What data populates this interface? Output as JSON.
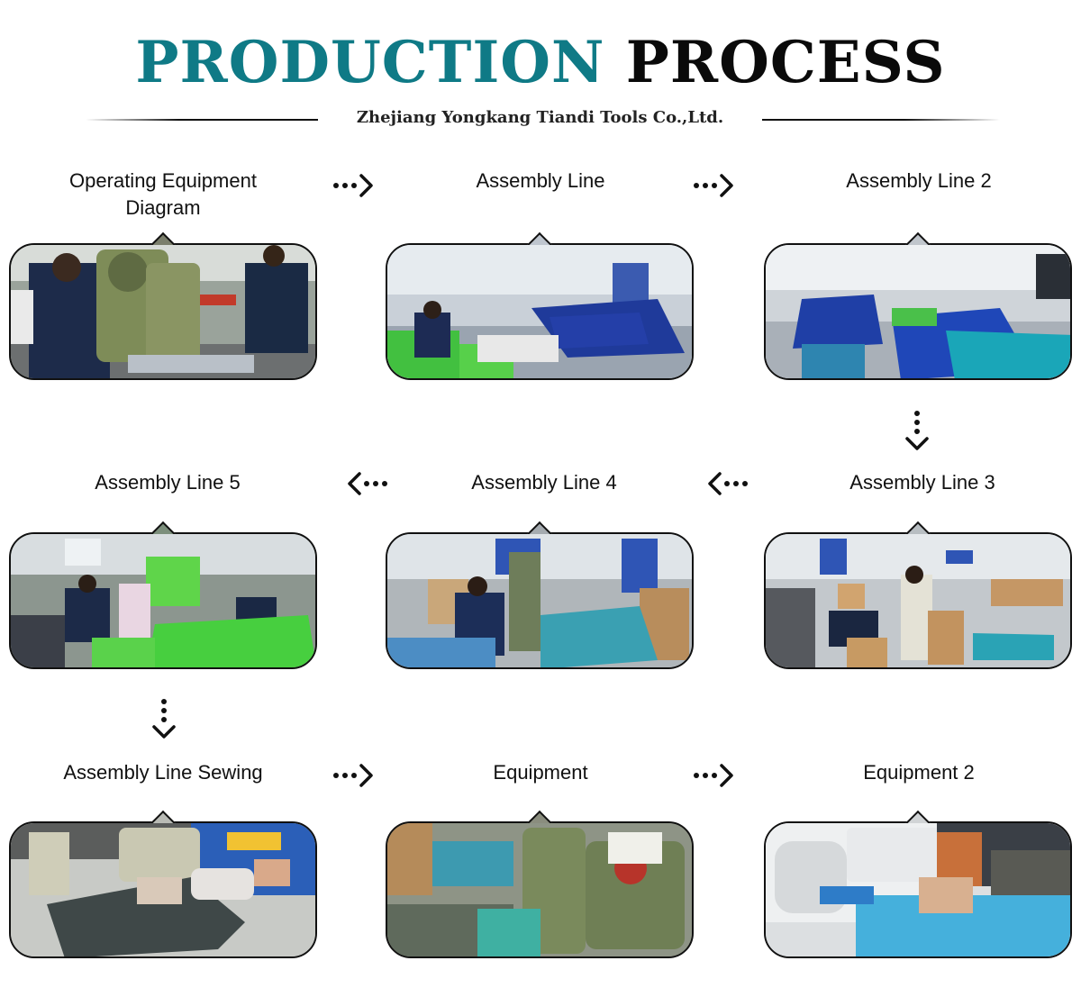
{
  "header": {
    "title_part1": "PRODUCTION",
    "title_part2": "PROCESS",
    "company": "Zhejiang Yongkang Tiandi Tools Co.,Ltd."
  },
  "steps": [
    {
      "label": "Operating Equipment Diagram",
      "photo": "operating-equipment-photo"
    },
    {
      "label": "Assembly Line",
      "photo": "assembly-line-photo"
    },
    {
      "label": "Assembly Line 2",
      "photo": "assembly-line-2-photo"
    },
    {
      "label": "Assembly Line 3",
      "photo": "assembly-line-3-photo"
    },
    {
      "label": "Assembly Line 4",
      "photo": "assembly-line-4-photo"
    },
    {
      "label": "Assembly Line 5",
      "photo": "assembly-line-5-photo"
    },
    {
      "label": "Assembly Line Sewing",
      "photo": "assembly-line-sewing-photo"
    },
    {
      "label": "Equipment",
      "photo": "equipment-photo"
    },
    {
      "label": "Equipment 2",
      "photo": "equipment-2-photo"
    }
  ],
  "colors": {
    "accent": "#0f7a86",
    "text": "#0a0a0a"
  }
}
